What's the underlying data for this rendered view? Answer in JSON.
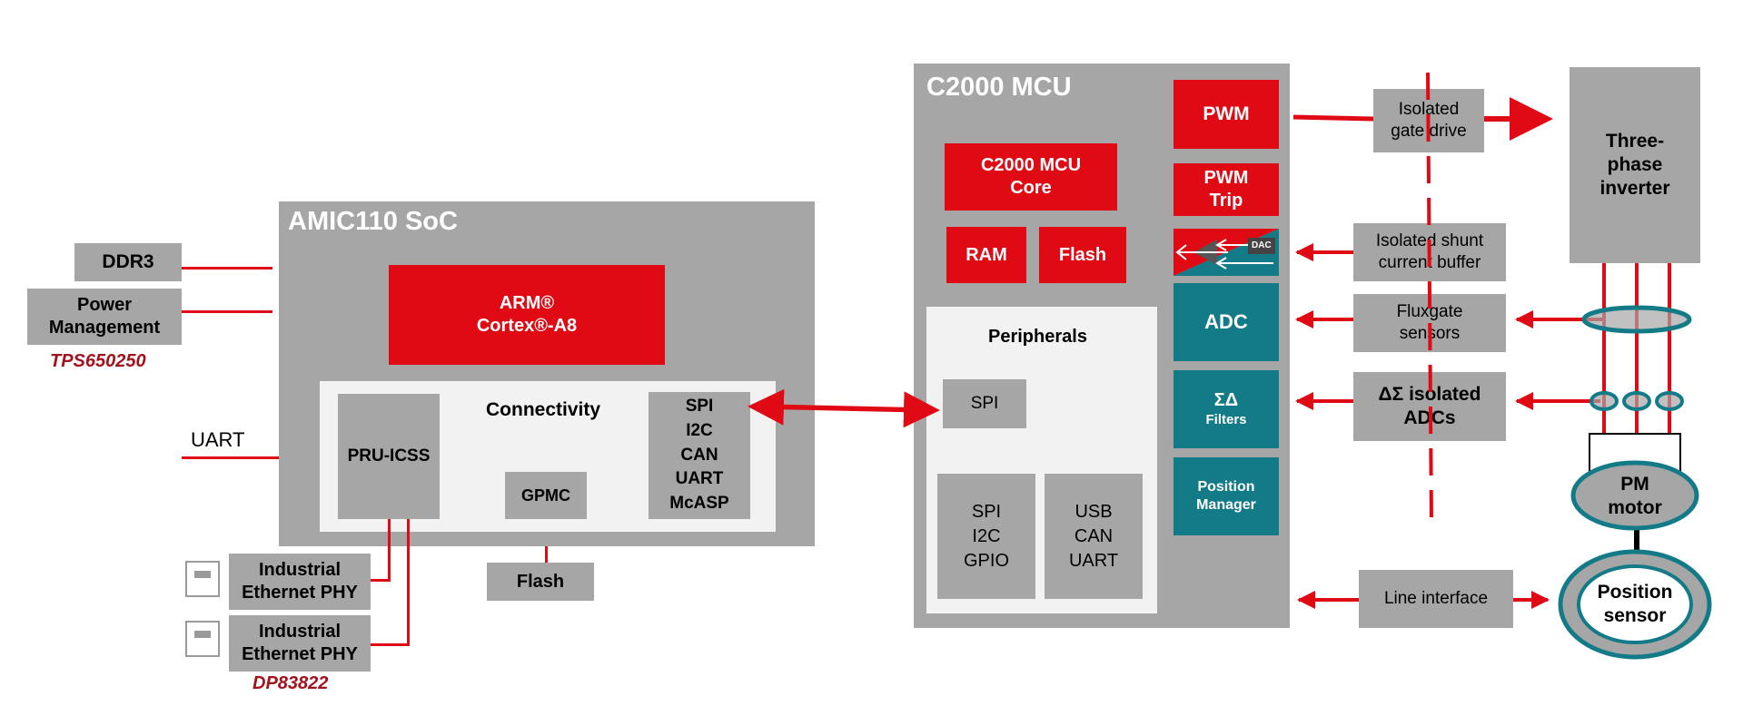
{
  "left": {
    "ddr3": "DDR3",
    "power": "Power\nManagement",
    "tps": "TPS650250",
    "uart": "UART",
    "eth1": "Industrial\nEthernet PHY",
    "eth2": "Industrial\nEthernet PHY",
    "dp": "DP83822"
  },
  "soc": {
    "title": "AMIC110  SoC",
    "arm": "ARM®\nCortex®-A8",
    "connectivity": "Connectivity",
    "pru": "PRU-ICSS",
    "gpmc": "GPMC",
    "spi_list": "SPI\nI2C\nCAN\nUART\nMcASP",
    "flash": "Flash"
  },
  "mcu": {
    "title": "C2000 MCU",
    "core": "C2000 MCU\nCore",
    "ram": "RAM",
    "flash": "Flash",
    "pwm": "PWM",
    "pwm_trip": "PWM\nTrip",
    "dac": "DAC",
    "adc": "ADC",
    "sigma": "ΣΔ",
    "filters": "Filters",
    "position_manager": "Position\nManager",
    "peripherals": "Peripherals",
    "spi": "SPI",
    "spi_i2c": "SPI\nI2C\nGPIO",
    "usb": "USB\nCAN\nUART"
  },
  "right": {
    "gate": "Isolated\ngate drive",
    "shunt": "Isolated shunt\ncurrent buffer",
    "fluxgate": "Fluxgate\nsensors",
    "delta_sigma": "ΔΣ isolated\nADCs",
    "line": "Line interface",
    "inverter": "Three-\nphase\ninverter",
    "motor": "PM\nmotor",
    "position_sensor": "Position\nsensor"
  },
  "colors": {
    "red": "#e00a14",
    "gray": "#a6a6a6",
    "teal": "#137a88",
    "light": "#f2f2f2",
    "darkred": "#a3121c"
  }
}
